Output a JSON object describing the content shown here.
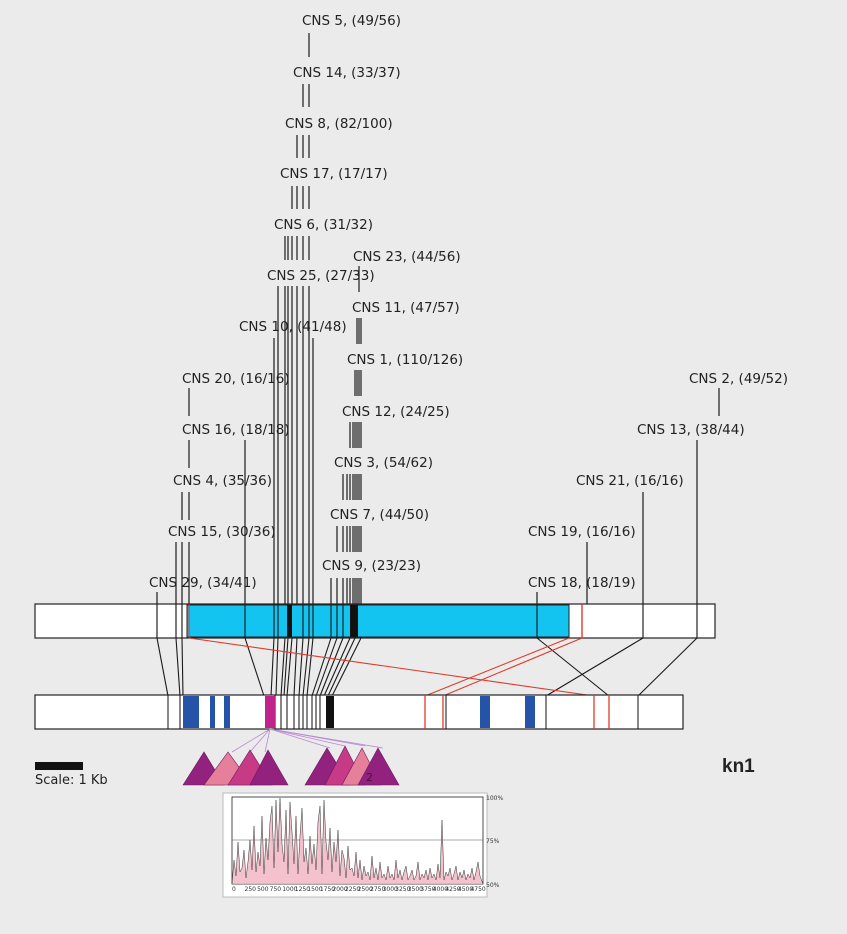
{
  "gene_name": "kn1",
  "scale_label": "Scale: 1 Kb",
  "cns": [
    {
      "id": "cns-5",
      "label": "CNS 5, (49/56)"
    },
    {
      "id": "cns-14",
      "label": "CNS 14, (33/37)"
    },
    {
      "id": "cns-8",
      "label": "CNS 8, (82/100)"
    },
    {
      "id": "cns-17",
      "label": "CNS 17, (17/17)"
    },
    {
      "id": "cns-6",
      "label": "CNS 6, (31/32)"
    },
    {
      "id": "cns-23",
      "label": "CNS 23, (44/56)"
    },
    {
      "id": "cns-25",
      "label": "CNS 25, (27/33)"
    },
    {
      "id": "cns-11",
      "label": "CNS 11, (47/57)"
    },
    {
      "id": "cns-10",
      "label": "CNS 10, (41/48)"
    },
    {
      "id": "cns-1",
      "label": "CNS 1, (110/126)"
    },
    {
      "id": "cns-20",
      "label": "CNS 20, (16/16)"
    },
    {
      "id": "cns-2",
      "label": "CNS 2, (49/52)"
    },
    {
      "id": "cns-12",
      "label": "CNS 12, (24/25)"
    },
    {
      "id": "cns-16",
      "label": "CNS 16, (18/18)"
    },
    {
      "id": "cns-13",
      "label": "CNS 13, (38/44)"
    },
    {
      "id": "cns-3",
      "label": "CNS 3, (54/62)"
    },
    {
      "id": "cns-4",
      "label": "CNS 4, (35/36)"
    },
    {
      "id": "cns-21",
      "label": "CNS 21, (16/16)"
    },
    {
      "id": "cns-7",
      "label": "CNS 7, (44/50)"
    },
    {
      "id": "cns-15",
      "label": "CNS 15, (30/36)"
    },
    {
      "id": "cns-19",
      "label": "CNS 19, (16/16)"
    },
    {
      "id": "cns-29",
      "label": "CNS 29, (34/41)"
    },
    {
      "id": "cns-9",
      "label": "CNS 9, (23/23)"
    },
    {
      "id": "cns-18",
      "label": "CNS 18, (18/19)"
    }
  ],
  "triangle_label": "2",
  "plot": {
    "y_ticks": [
      "100%",
      "75%",
      "50%"
    ],
    "x_ticks": [
      "0",
      "250",
      "500",
      "750",
      "1000",
      "1250",
      "1500",
      "1750",
      "2000",
      "2250",
      "2500",
      "2750",
      "3000",
      "3250",
      "3500",
      "3750",
      "4000",
      "4250",
      "4500",
      "4750"
    ]
  },
  "colors": {
    "background": "#ebebeb",
    "gene_region": "#14c4f0",
    "exon": "#2453a8",
    "intron_highlight": "#c0238a",
    "red_line": "#e03a2a",
    "triangle_dark": "#93227e",
    "triangle_mid": "#c73a86",
    "triangle_light": "#e67f9a"
  }
}
